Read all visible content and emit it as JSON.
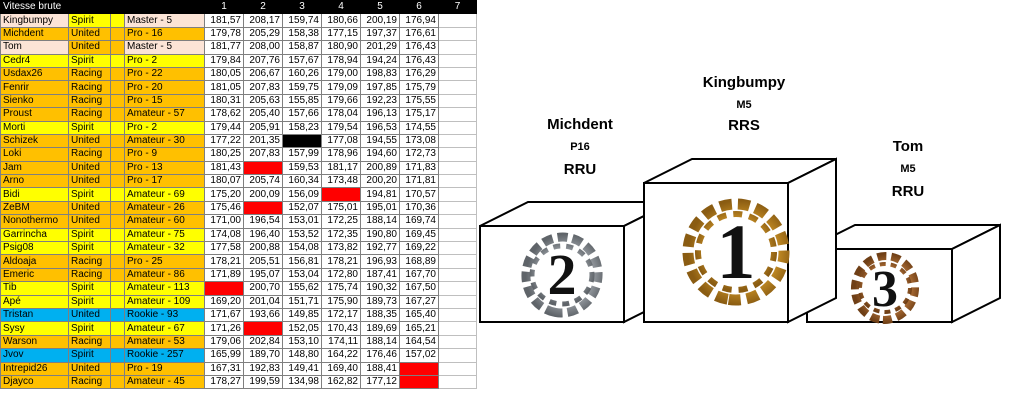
{
  "sheet": {
    "title": "Vitesse brute",
    "columns": [
      "1",
      "2",
      "3",
      "4",
      "5",
      "6",
      "7"
    ],
    "colors": {
      "Spirit": "#ffff00",
      "United": "#ffc000",
      "Racing": "#ffc000",
      "rookie": "#00b0f0",
      "missing": "#ff0000",
      "missing_black": "#000000",
      "master_name": "#fce4d6"
    },
    "rows": [
      {
        "name": "Kingbumpy",
        "team": "Spirit",
        "rank": "Master - 5",
        "v": [
          "181,57",
          "208,17",
          "159,74",
          "180,66",
          "200,19",
          "176,94"
        ]
      },
      {
        "name": "Michdent",
        "team": "United",
        "rank": "Pro - 16",
        "v": [
          "179,78",
          "205,29",
          "158,38",
          "177,15",
          "197,37",
          "176,61"
        ]
      },
      {
        "name": "Tom",
        "team": "United",
        "rank": "Master - 5",
        "v": [
          "181,77",
          "208,00",
          "158,87",
          "180,90",
          "201,29",
          "176,43"
        ]
      },
      {
        "name": "Cedr4",
        "team": "Spirit",
        "rank": "Pro - 2",
        "v": [
          "179,84",
          "207,76",
          "157,67",
          "178,94",
          "194,24",
          "176,43"
        ]
      },
      {
        "name": "Usdax26",
        "team": "Racing",
        "rank": "Pro - 22",
        "v": [
          "180,05",
          "206,67",
          "160,26",
          "179,00",
          "198,83",
          "176,29"
        ]
      },
      {
        "name": "Fenrir",
        "team": "Racing",
        "rank": "Pro - 20",
        "v": [
          "181,05",
          "207,83",
          "159,75",
          "179,09",
          "197,85",
          "175,79"
        ]
      },
      {
        "name": "Sienko",
        "team": "Racing",
        "rank": "Pro - 15",
        "v": [
          "180,31",
          "205,63",
          "155,85",
          "179,66",
          "192,23",
          "175,55"
        ]
      },
      {
        "name": "Proust",
        "team": "Racing",
        "rank": "Amateur - 57",
        "v": [
          "178,62",
          "205,40",
          "157,66",
          "178,04",
          "196,13",
          "175,17"
        ]
      },
      {
        "name": "Morti",
        "team": "Spirit",
        "rank": "Pro - 2",
        "v": [
          "179,44",
          "205,91",
          "158,23",
          "179,54",
          "196,53",
          "174,55"
        ]
      },
      {
        "name": "Schizek",
        "team": "United",
        "rank": "Amateur - 30",
        "v": [
          "177,22",
          "201,35",
          "",
          "177,08",
          "194,55",
          "173,08"
        ]
      },
      {
        "name": "Loki",
        "team": "Racing",
        "rank": "Pro - 9",
        "v": [
          "180,25",
          "207,83",
          "157,99",
          "178,96",
          "194,60",
          "172,73"
        ]
      },
      {
        "name": "Jam",
        "team": "United",
        "rank": "Pro - 13",
        "v": [
          "181,43",
          "",
          "159,53",
          "181,17",
          "200,89",
          "171,83"
        ]
      },
      {
        "name": "Arno",
        "team": "United",
        "rank": "Pro - 17",
        "v": [
          "180,07",
          "205,74",
          "160,34",
          "173,48",
          "200,20",
          "171,81"
        ]
      },
      {
        "name": "Bidi",
        "team": "Spirit",
        "rank": "Amateur - 69",
        "v": [
          "175,20",
          "200,09",
          "156,09",
          "",
          "194,81",
          "170,57"
        ]
      },
      {
        "name": "ZeBM",
        "team": "United",
        "rank": "Amateur - 26",
        "v": [
          "175,46",
          "",
          "152,07",
          "175,01",
          "195,01",
          "170,36"
        ]
      },
      {
        "name": "Nonothermo",
        "team": "United",
        "rank": "Amateur - 60",
        "v": [
          "171,00",
          "196,54",
          "153,01",
          "172,25",
          "188,14",
          "169,74"
        ]
      },
      {
        "name": "Garrincha",
        "team": "Spirit",
        "rank": "Amateur - 75",
        "v": [
          "174,08",
          "196,40",
          "153,52",
          "172,35",
          "190,80",
          "169,45"
        ]
      },
      {
        "name": "Psig08",
        "team": "Spirit",
        "rank": "Amateur - 32",
        "v": [
          "177,58",
          "200,88",
          "154,08",
          "173,82",
          "192,77",
          "169,22"
        ]
      },
      {
        "name": "Aldoaja",
        "team": "Racing",
        "rank": "Pro - 25",
        "v": [
          "178,21",
          "205,51",
          "156,81",
          "178,21",
          "196,93",
          "168,89"
        ]
      },
      {
        "name": "Emeric",
        "team": "Racing",
        "rank": "Amateur - 86",
        "v": [
          "171,89",
          "195,07",
          "153,04",
          "172,80",
          "187,41",
          "167,70"
        ]
      },
      {
        "name": "Tib",
        "team": "Spirit",
        "rank": "Amateur - 113",
        "v": [
          "",
          "200,70",
          "155,62",
          "175,74",
          "190,32",
          "167,50"
        ]
      },
      {
        "name": "Apé",
        "team": "Spirit",
        "rank": "Amateur - 109",
        "v": [
          "169,20",
          "201,04",
          "151,71",
          "175,90",
          "189,73",
          "167,27"
        ]
      },
      {
        "name": "Tristan",
        "team": "United",
        "rank": "Rookie - 93",
        "v": [
          "171,67",
          "193,66",
          "149,85",
          "172,17",
          "188,35",
          "165,40"
        ]
      },
      {
        "name": "Sysy",
        "team": "Spirit",
        "rank": "Amateur - 67",
        "v": [
          "171,26",
          "",
          "152,05",
          "170,43",
          "189,69",
          "165,21"
        ]
      },
      {
        "name": "Warson",
        "team": "Racing",
        "rank": "Amateur - 53",
        "v": [
          "179,06",
          "202,84",
          "153,10",
          "174,11",
          "188,14",
          "164,54"
        ]
      },
      {
        "name": "Jvov",
        "team": "Spirit",
        "rank": "Rookie - 257",
        "v": [
          "165,99",
          "189,70",
          "148,80",
          "164,22",
          "176,46",
          "157,02"
        ]
      },
      {
        "name": "Intrepid26",
        "team": "United",
        "rank": "Pro - 19",
        "v": [
          "167,31",
          "192,83",
          "149,41",
          "169,40",
          "188,41",
          ""
        ]
      },
      {
        "name": "Djayco",
        "team": "Racing",
        "rank": "Amateur - 45",
        "v": [
          "178,27",
          "199,59",
          "134,98",
          "162,82",
          "177,12",
          ""
        ]
      }
    ],
    "missing_cells": [
      {
        "row": 9,
        "col": 2,
        "color": "missing_black"
      },
      {
        "row": 11,
        "col": 1,
        "color": "missing"
      },
      {
        "row": 13,
        "col": 3,
        "color": "missing"
      },
      {
        "row": 14,
        "col": 1,
        "color": "missing"
      },
      {
        "row": 20,
        "col": 0,
        "color": "missing"
      },
      {
        "row": 23,
        "col": 1,
        "color": "missing"
      },
      {
        "row": 26,
        "col": 5,
        "color": "missing"
      },
      {
        "row": 27,
        "col": 5,
        "color": "missing"
      }
    ]
  },
  "podium": {
    "first": {
      "name": "Kingbumpy",
      "rank": "M5",
      "team": "RRS",
      "number": "1"
    },
    "second": {
      "name": "Michdent",
      "rank": "P16",
      "team": "RRU",
      "number": "2"
    },
    "third": {
      "name": "Tom",
      "rank": "M5",
      "team": "RRU",
      "number": "3"
    },
    "colors": {
      "gold": "#c8901f",
      "silver": "#8f9498",
      "bronze": "#b9753a",
      "box_edge": "#000000",
      "box_face": "#ffffff"
    }
  }
}
